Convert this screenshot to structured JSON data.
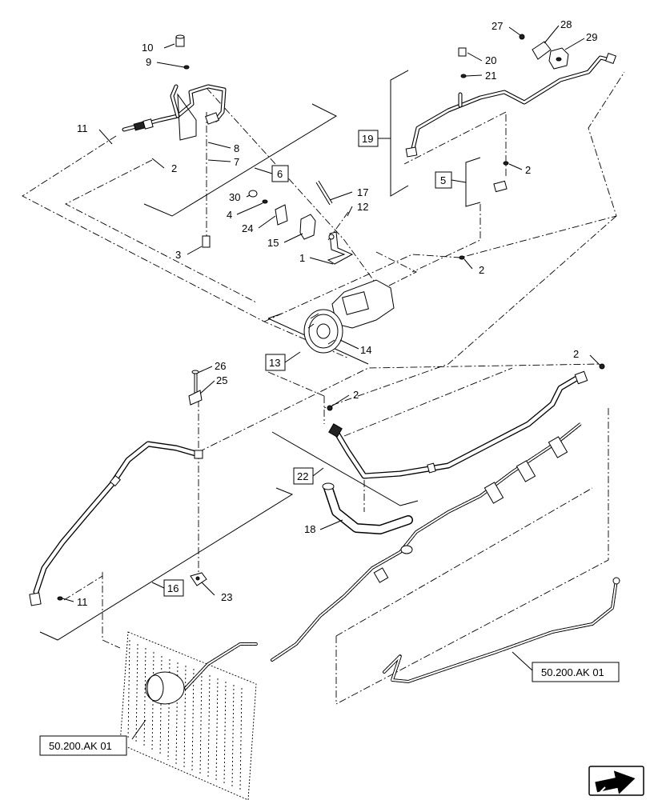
{
  "callouts": [
    {
      "id": "c10",
      "text": "10"
    },
    {
      "id": "c9",
      "text": "9"
    },
    {
      "id": "c11a",
      "text": "11"
    },
    {
      "id": "c2a",
      "text": "2"
    },
    {
      "id": "c8",
      "text": "8"
    },
    {
      "id": "c7",
      "text": "7"
    },
    {
      "id": "c30",
      "text": "30"
    },
    {
      "id": "c4",
      "text": "4"
    },
    {
      "id": "c24",
      "text": "24"
    },
    {
      "id": "c15",
      "text": "15"
    },
    {
      "id": "c1",
      "text": "1"
    },
    {
      "id": "c3",
      "text": "3"
    },
    {
      "id": "c17",
      "text": "17"
    },
    {
      "id": "c12",
      "text": "12"
    },
    {
      "id": "c27",
      "text": "27"
    },
    {
      "id": "c28",
      "text": "28"
    },
    {
      "id": "c29",
      "text": "29"
    },
    {
      "id": "c20",
      "text": "20"
    },
    {
      "id": "c21",
      "text": "21"
    },
    {
      "id": "c2b",
      "text": "2"
    },
    {
      "id": "c2c",
      "text": "2"
    },
    {
      "id": "c14",
      "text": "14"
    },
    {
      "id": "c2d",
      "text": "2"
    },
    {
      "id": "c2e",
      "text": "2"
    },
    {
      "id": "c26",
      "text": "26"
    },
    {
      "id": "c25",
      "text": "25"
    },
    {
      "id": "c18",
      "text": "18"
    },
    {
      "id": "c11b",
      "text": "11"
    },
    {
      "id": "c23",
      "text": "23"
    }
  ],
  "group_boxes": [
    {
      "id": "g6",
      "text": "6"
    },
    {
      "id": "g19",
      "text": "19"
    },
    {
      "id": "g5",
      "text": "5"
    },
    {
      "id": "g13",
      "text": "13"
    },
    {
      "id": "g22",
      "text": "22"
    },
    {
      "id": "g16",
      "text": "16"
    }
  ],
  "references": [
    {
      "id": "ref-right",
      "text": "50.200.AK 01"
    },
    {
      "id": "ref-left",
      "text": "50.200.AK 01"
    }
  ],
  "icons": {
    "nav": "forward-arrow-icon"
  }
}
